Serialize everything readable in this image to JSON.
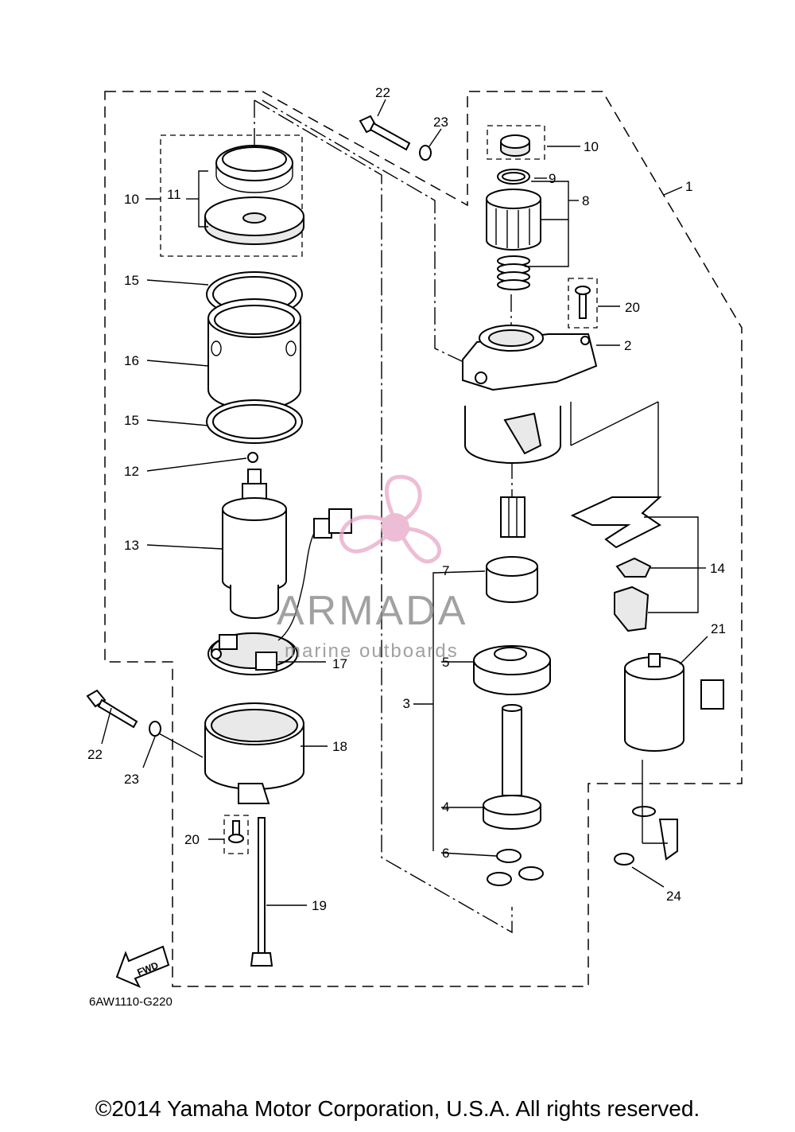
{
  "callouts": {
    "c1": "1",
    "c2": "2",
    "c3": "3",
    "c4": "4",
    "c5": "5",
    "c6": "6",
    "c7": "7",
    "c8": "8",
    "c9": "9",
    "c10a": "10",
    "c10b": "10",
    "c11": "11",
    "c12": "12",
    "c13": "13",
    "c14": "14",
    "c15a": "15",
    "c15b": "15",
    "c16": "16",
    "c17": "17",
    "c18": "18",
    "c19": "19",
    "c20a": "20",
    "c20b": "20",
    "c21": "21",
    "c22a": "22",
    "c22b": "22",
    "c23a": "23",
    "c23b": "23",
    "c24": "24"
  },
  "fwd_label": "FWD",
  "diagram_code": "6AW1110-G220",
  "watermark": {
    "brand": "ARMADA",
    "tagline": "marine outboards"
  },
  "copyright": "©2014 Yamaha Motor Corporation, U.S.A. All rights reserved."
}
